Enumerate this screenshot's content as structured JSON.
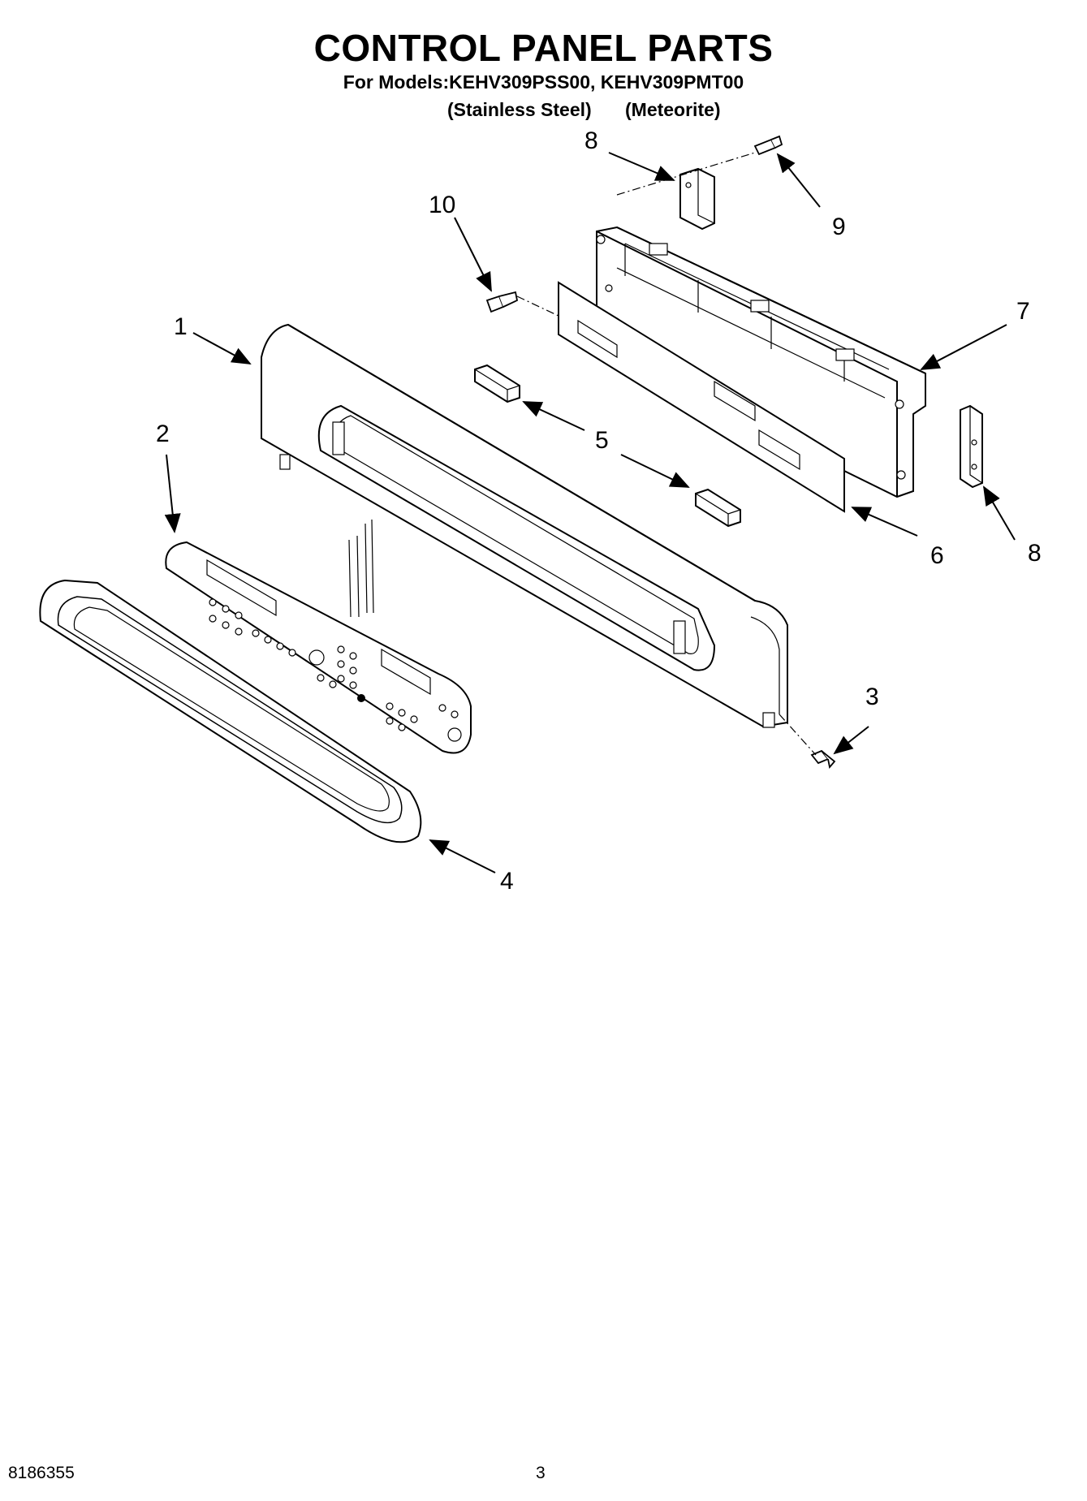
{
  "header": {
    "title": "CONTROL PANEL PARTS",
    "models_line": "For Models:KEHV309PSS00, KEHV309PMT00",
    "finish_1": "(Stainless Steel)",
    "finish_2": "(Meteorite)"
  },
  "callouts": {
    "c1": "1",
    "c2": "2",
    "c3": "3",
    "c4": "4",
    "c5": "5",
    "c6": "6",
    "c7": "7",
    "c8a": "8",
    "c8b": "8",
    "c9": "9",
    "c10": "10"
  },
  "footer": {
    "doc_number": "8186355",
    "page_number": "3"
  }
}
